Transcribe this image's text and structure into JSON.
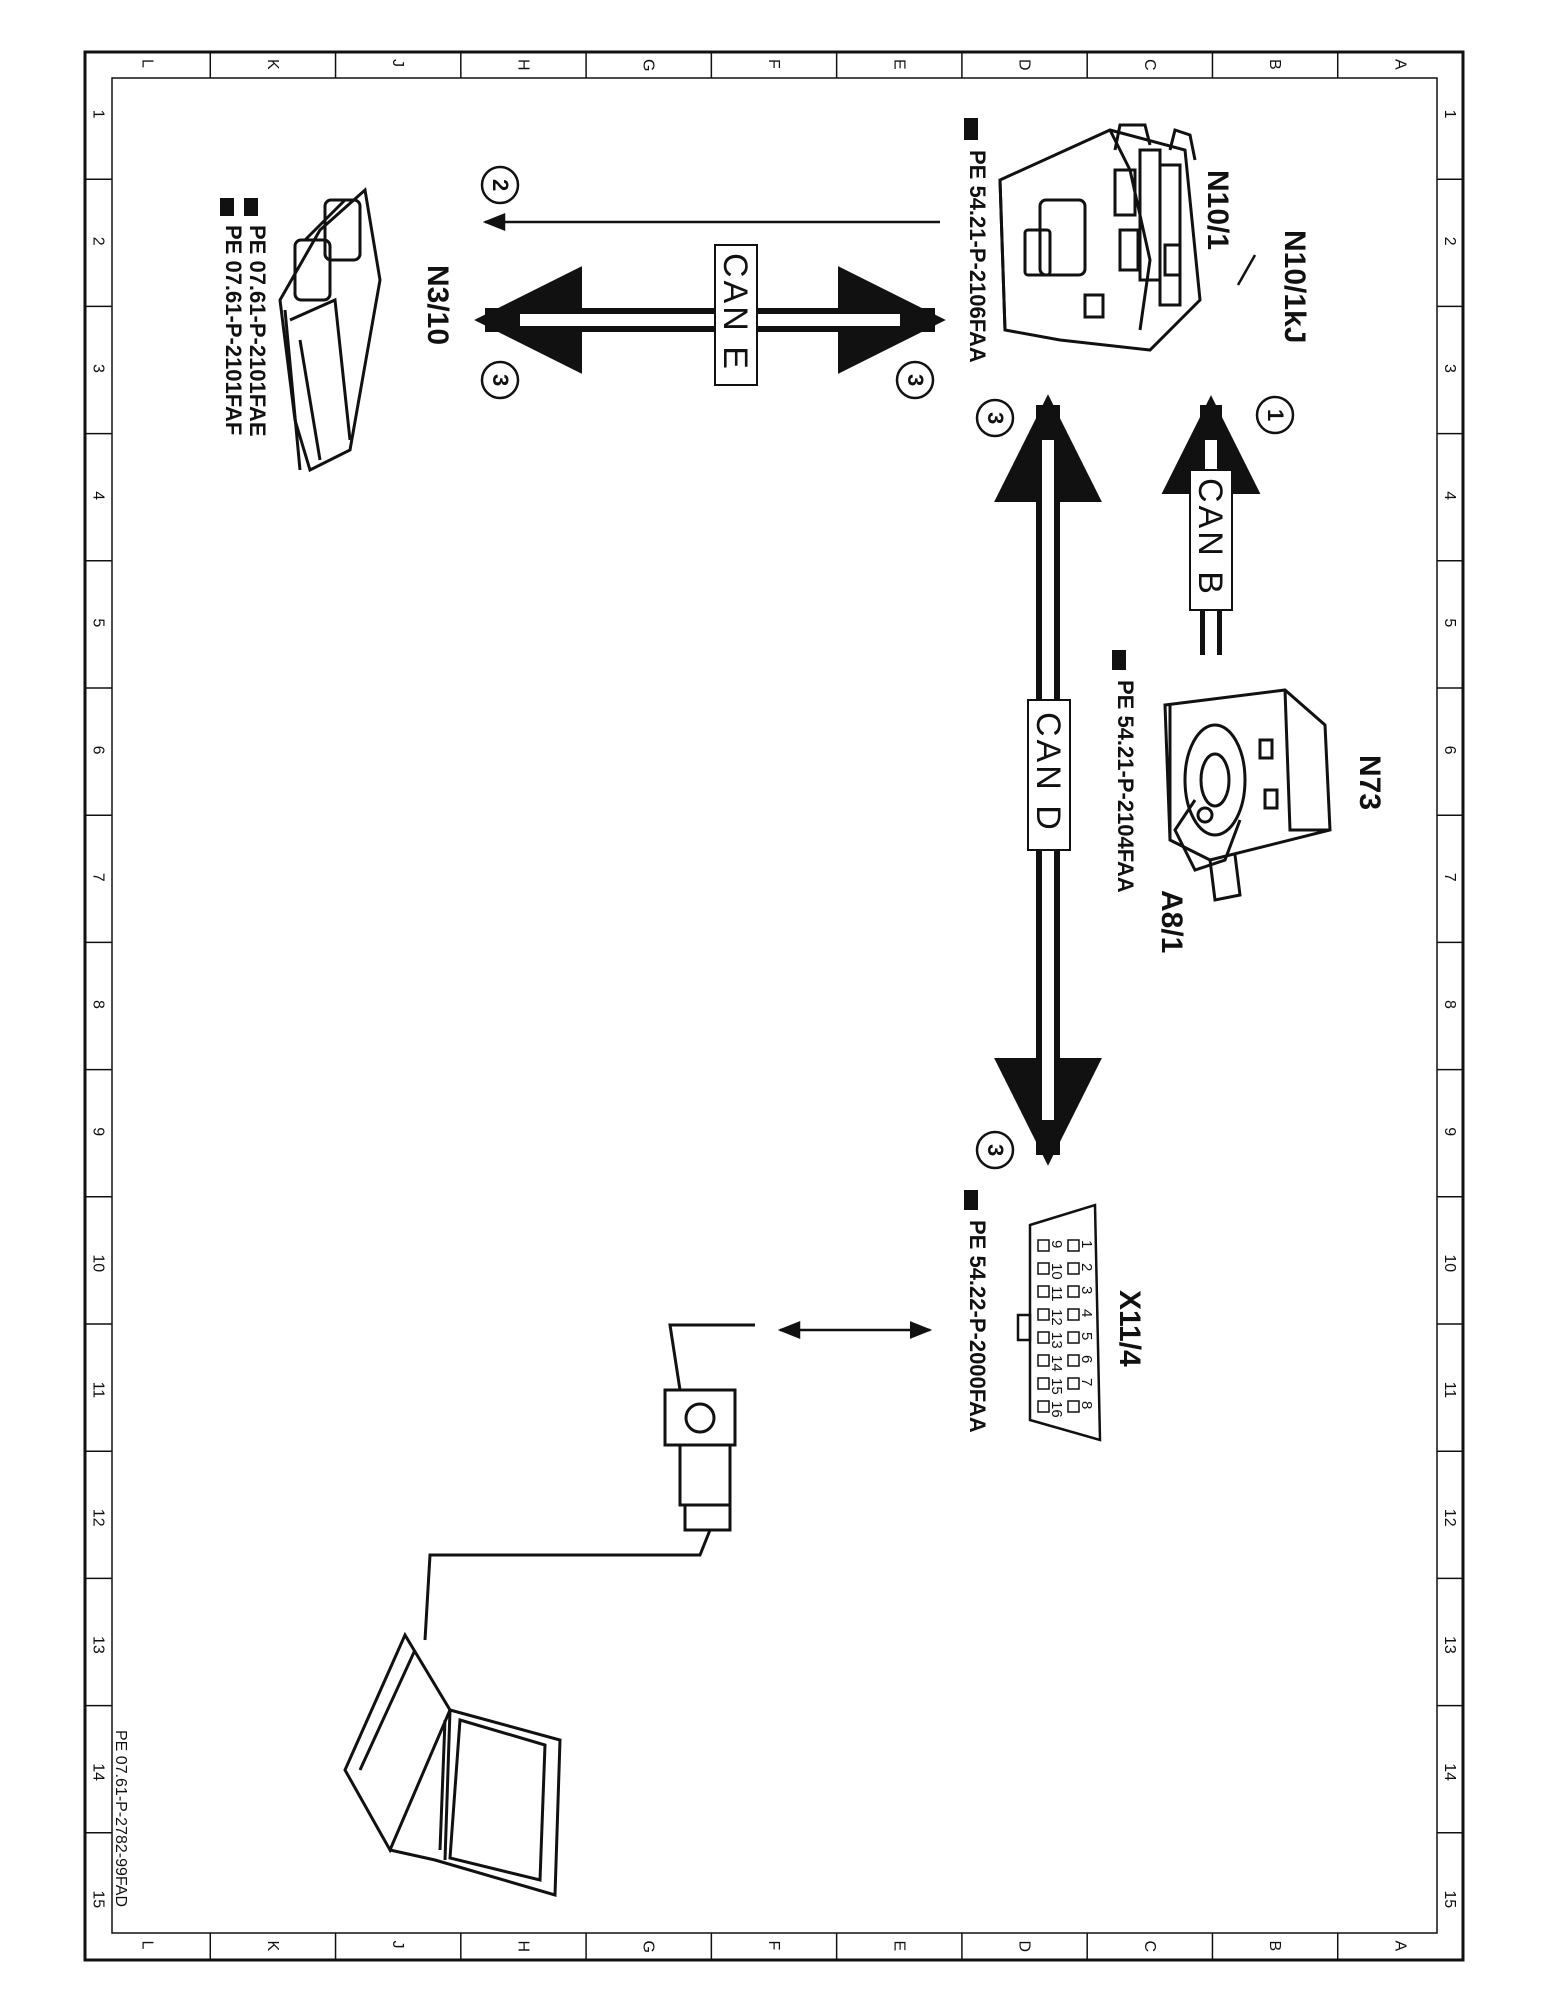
{
  "components": {
    "n10_1": "N10/1",
    "n10_1kj": "N10/1kJ",
    "n73": "N73",
    "a8_1": "A8/1",
    "n3_10": "N3/10",
    "x11_4": "X11/4"
  },
  "references": {
    "sam": "PE 54.21-P-2106FAA",
    "ezs": "PE 54.21-P-2104FAA",
    "me1": "PE 07.61-P-2101FAE",
    "me2": "PE 07.61-P-2101FAF",
    "diag": "PE 54.22-P-2000FAA"
  },
  "buses": {
    "can_b": "CAN B",
    "can_d": "CAN D",
    "can_e": "CAN E"
  },
  "callouts": [
    "1",
    "2",
    "3"
  ],
  "connector_pins": [
    "1",
    "2",
    "3",
    "4",
    "5",
    "6",
    "7",
    "8",
    "9",
    "10",
    "11",
    "12",
    "13",
    "14",
    "15",
    "16"
  ],
  "grid": {
    "letters": [
      "L",
      "K",
      "J",
      "H",
      "G",
      "F",
      "E",
      "D",
      "C",
      "B",
      "A"
    ],
    "numbers": [
      "1",
      "2",
      "3",
      "4",
      "5",
      "6",
      "7",
      "8",
      "9",
      "10",
      "11",
      "12",
      "13",
      "14",
      "15"
    ]
  },
  "footer": "PE 07.61-P-2782-99FAD"
}
